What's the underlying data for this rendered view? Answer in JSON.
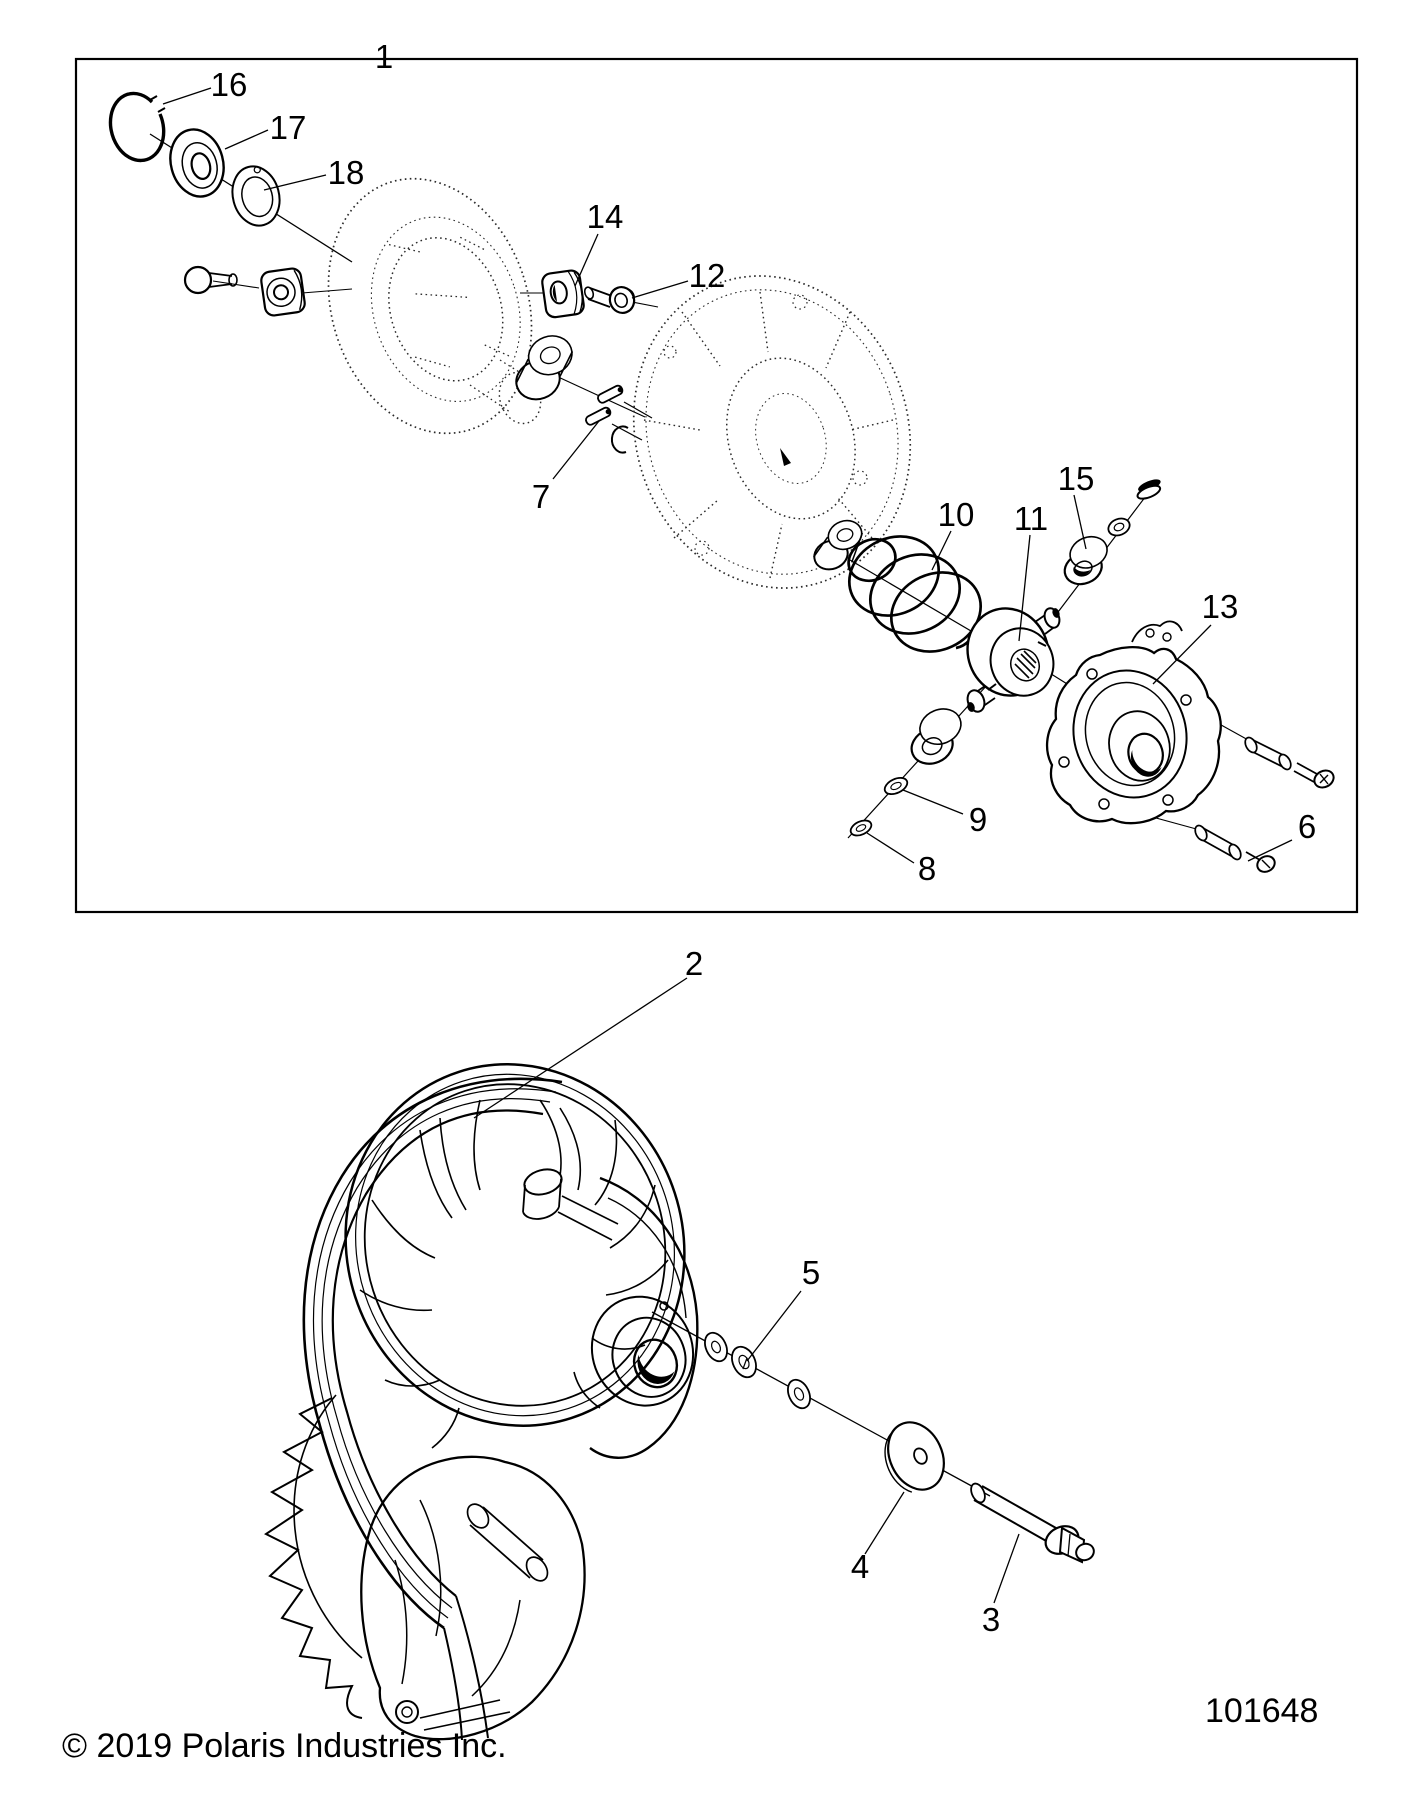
{
  "figure": {
    "callouts": {
      "c1": "1",
      "c2": "2",
      "c3": "3",
      "c4": "4",
      "c5": "5",
      "c6": "6",
      "c7": "7",
      "c8": "8",
      "c9": "9",
      "c10": "10",
      "c11": "11",
      "c12": "12",
      "c13": "13",
      "c14": "14",
      "c15": "15",
      "c16": "16",
      "c17": "17",
      "c18": "18"
    },
    "colors": {
      "ink": "#000000",
      "background": "#ffffff"
    }
  },
  "footer": {
    "copyright": "© 2019 Polaris Industries Inc.",
    "part_number": "101648"
  }
}
